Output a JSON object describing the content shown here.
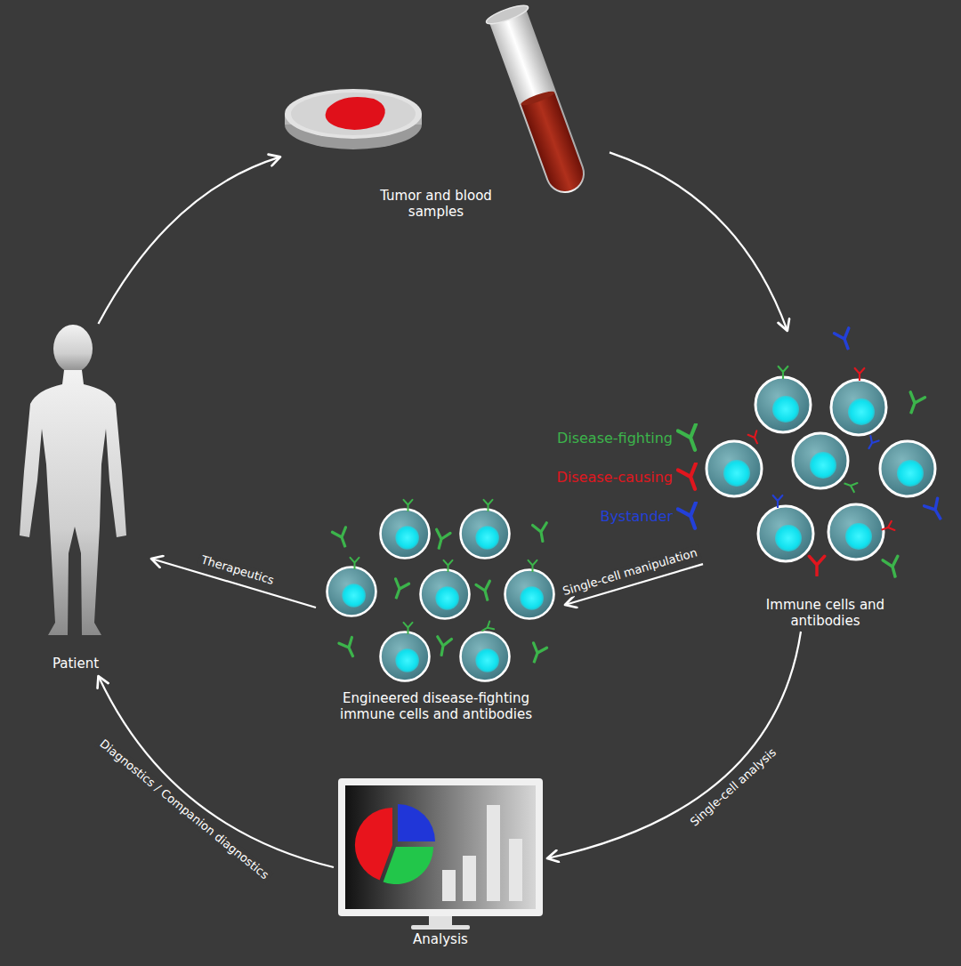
{
  "diagram": {
    "nodes": [
      {
        "text": [
          "Tumor and blood samples"
        ]
      },
      {
        "text": [
          "Immune cells and antibodies"
        ]
      },
      {
        "text": [
          "Engineered disease-fighting immune cells and antibodies"
        ]
      },
      {
        "text": [
          "Analysis"
        ]
      },
      {
        "text": [
          "Patient"
        ]
      }
    ],
    "edges": [
      {
        "from": 4,
        "to": 0,
        "arrow": "to"
      },
      {
        "from": 0,
        "to": 1,
        "arrow": "to"
      },
      {
        "from": 1,
        "to": 2,
        "arrow": "to",
        "label": "Single-cell manipulation"
      },
      {
        "from": 2,
        "to": 4,
        "arrow": "to",
        "label": "Therapeutics"
      },
      {
        "from": 1,
        "to": 3,
        "arrow": "to",
        "label": "Single-cell analysis"
      },
      {
        "from": 3,
        "to": 4,
        "arrow": "to",
        "label": "Diagnostics / Companion diagnostics"
      }
    ],
    "legend": [
      {
        "text": "Disease-fighting",
        "color": "#3cb44b"
      },
      {
        "text": "Disease-causing",
        "color": "#e0161e"
      },
      {
        "text": "Bystander",
        "color": "#2340d8"
      }
    ]
  }
}
